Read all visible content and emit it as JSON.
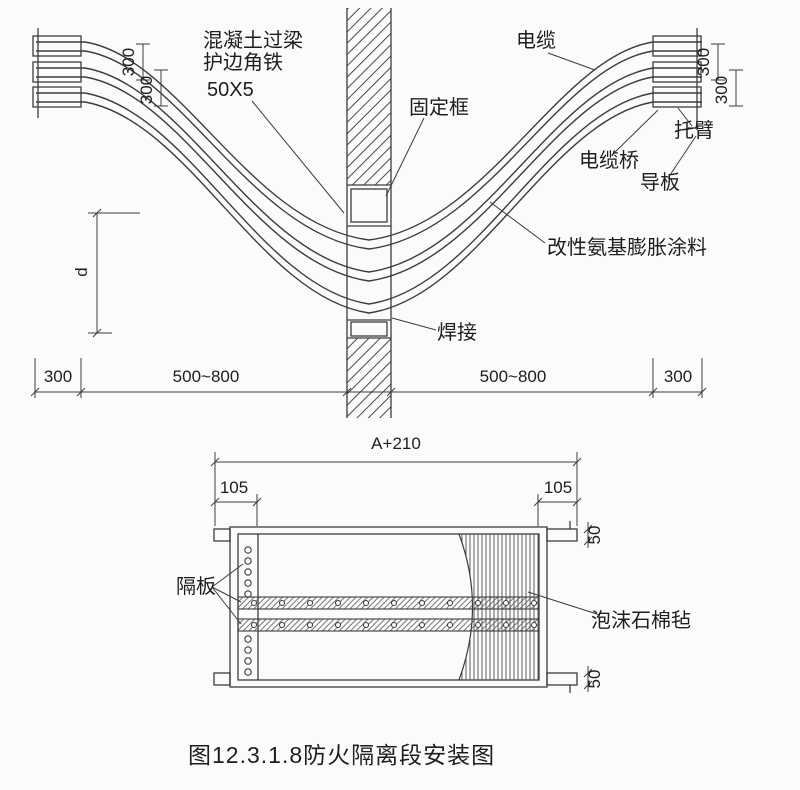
{
  "top_diagram": {
    "labels": {
      "concrete_lintel": "混凝土过梁",
      "edge_angle_iron": "护边角铁",
      "angle_spec": "50X5",
      "fixing_frame": "固定框",
      "cable": "电缆",
      "cable_tray": "电缆桥",
      "bracket": "托臂",
      "guide_plate": "导板",
      "expansion_coating": "改性氨基膨胀涂料",
      "welding": "焊接"
    },
    "dims": {
      "spacing_300": "300",
      "depth_d": "d",
      "end_300": "300",
      "span_500_800": "500~800"
    }
  },
  "bottom_diagram": {
    "labels": {
      "partition": "隔板",
      "foam_felt": "泡沫石棉毡"
    },
    "dims": {
      "overall_width": "A+210",
      "side_105": "105",
      "tab_50": "50"
    }
  },
  "caption": "图12.3.1.8防火隔离段安装图"
}
